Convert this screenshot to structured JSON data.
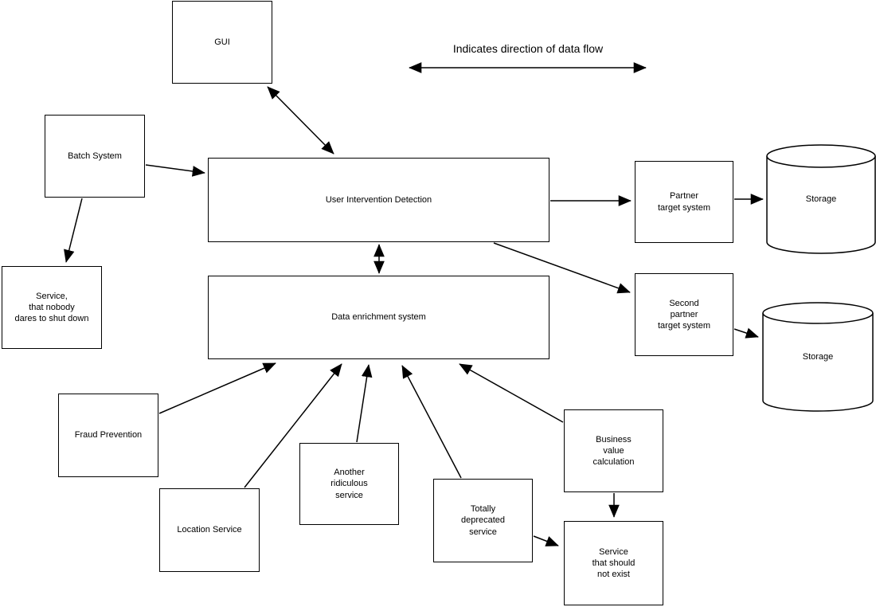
{
  "diagram": {
    "legend": {
      "label": "Indicates direction of data flow"
    },
    "nodes": {
      "gui": {
        "label": "GUI"
      },
      "batch_system": {
        "label": "Batch System"
      },
      "service_nobody": {
        "label": "Service,\nthat nobody\ndares to shut down"
      },
      "user_intervention_detection": {
        "label": "User Intervention Detection"
      },
      "data_enrichment_system": {
        "label": "Data enrichment system"
      },
      "partner_target_system": {
        "label": "Partner\ntarget system"
      },
      "second_partner_target_system": {
        "label": "Second\npartner\ntarget system"
      },
      "storage_top": {
        "label": "Storage"
      },
      "storage_bottom": {
        "label": "Storage"
      },
      "fraud_prevention": {
        "label": "Fraud Prevention"
      },
      "location_service": {
        "label": "Location Service"
      },
      "another_ridiculous_service": {
        "label": "Another\nridiculous\nservice"
      },
      "totally_deprecated_service": {
        "label": "Totally\ndeprecated\nservice"
      },
      "business_value_calculation": {
        "label": "Business\nvalue\ncalculation"
      },
      "service_should_not_exist": {
        "label": "Service\nthat should\nnot exist"
      }
    },
    "edges": [
      {
        "from": "gui",
        "to": "user_intervention_detection",
        "bidirectional": true
      },
      {
        "from": "batch_system",
        "to": "user_intervention_detection",
        "bidirectional": false
      },
      {
        "from": "batch_system",
        "to": "service_nobody",
        "bidirectional": false
      },
      {
        "from": "user_intervention_detection",
        "to": "data_enrichment_system",
        "bidirectional": true
      },
      {
        "from": "user_intervention_detection",
        "to": "partner_target_system",
        "bidirectional": false
      },
      {
        "from": "partner_target_system",
        "to": "storage_top",
        "bidirectional": false
      },
      {
        "from": "user_intervention_detection",
        "to": "second_partner_target_system",
        "bidirectional": false
      },
      {
        "from": "second_partner_target_system",
        "to": "storage_bottom",
        "bidirectional": false
      },
      {
        "from": "fraud_prevention",
        "to": "data_enrichment_system",
        "bidirectional": false
      },
      {
        "from": "location_service",
        "to": "data_enrichment_system",
        "bidirectional": false
      },
      {
        "from": "another_ridiculous_service",
        "to": "data_enrichment_system",
        "bidirectional": false
      },
      {
        "from": "totally_deprecated_service",
        "to": "data_enrichment_system",
        "bidirectional": false
      },
      {
        "from": "business_value_calculation",
        "to": "data_enrichment_system",
        "bidirectional": false
      },
      {
        "from": "totally_deprecated_service",
        "to": "service_should_not_exist",
        "bidirectional": false
      },
      {
        "from": "business_value_calculation",
        "to": "service_should_not_exist",
        "bidirectional": false
      }
    ],
    "colors": {
      "stroke": "#000000",
      "background": "#ffffff"
    }
  }
}
